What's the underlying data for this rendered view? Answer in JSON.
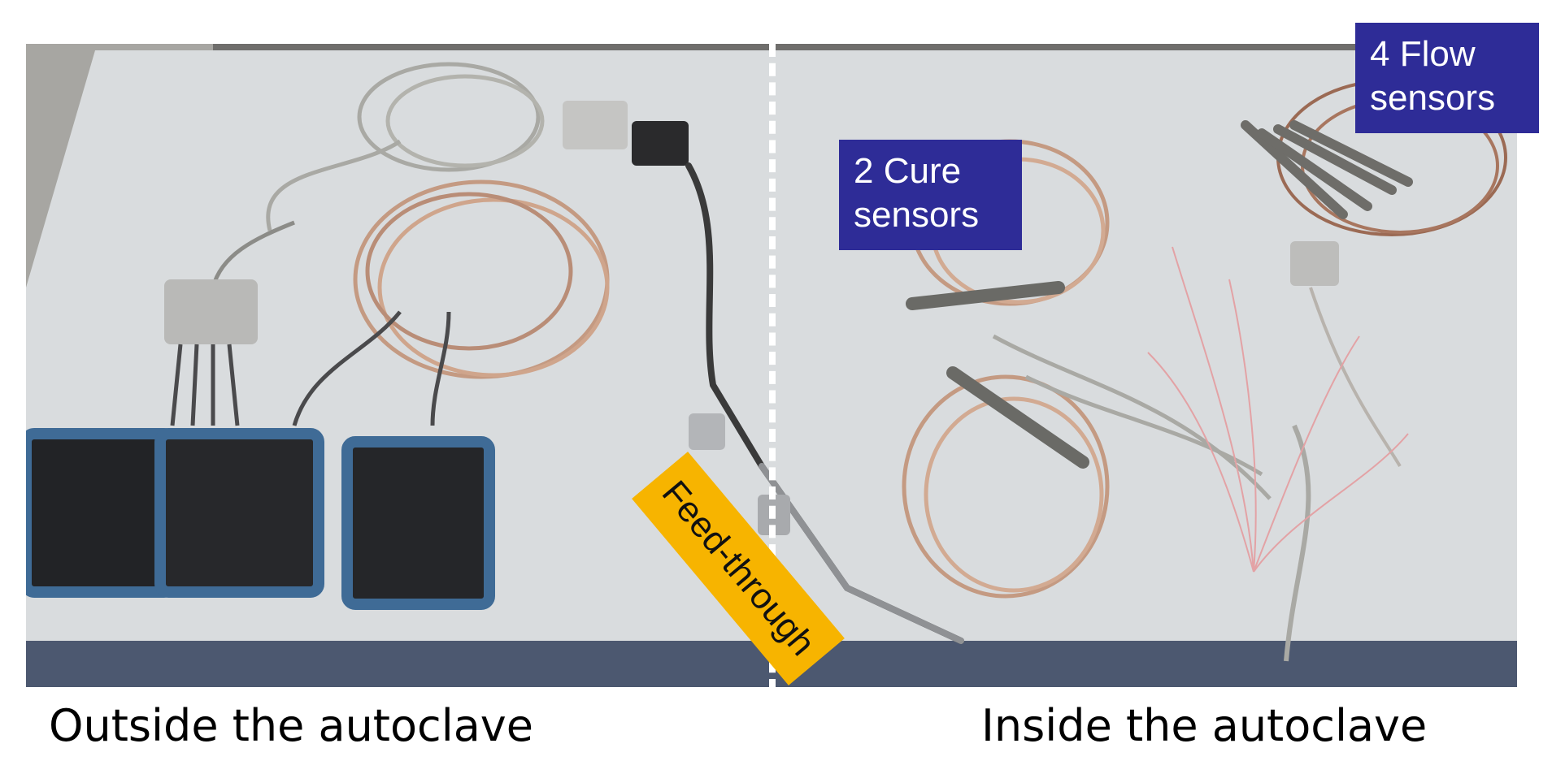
{
  "labels": {
    "cure_sensors": [
      "2 Cure",
      "sensors"
    ],
    "flow_sensors": [
      "4 Flow",
      "sensors"
    ],
    "feed_through": "Feed-through"
  },
  "captions": {
    "outside": "Outside the autoclave",
    "inside": "Inside the autoclave"
  },
  "colors": {
    "label_box": "#2e2c97",
    "feed_through_box": "#f7b400",
    "table_surface": "#d7dadc",
    "cable_copper": "#c49a82",
    "cable_grey": "#a9a9a4",
    "unit_body": "#222326",
    "unit_frame": "#3f6b96"
  }
}
